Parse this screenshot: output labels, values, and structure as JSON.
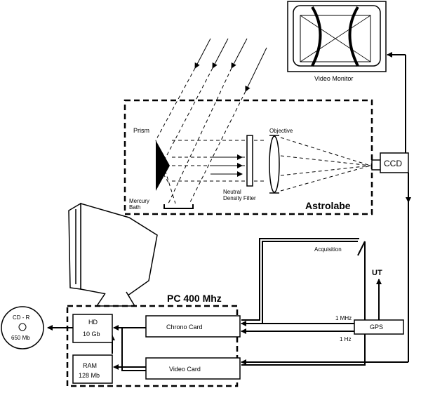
{
  "labels": {
    "video_monitor": "Video Monitor",
    "prism": "Prism",
    "objective": "Objective",
    "ccd": "CCD",
    "mercury_bath_1": "Mercury",
    "mercury_bath_2": "Bath",
    "neutral_filter_1": "Neutral",
    "neutral_filter_2": "Density Filter",
    "astrolabe": "Astrolabe",
    "acquisition": "Acquisition",
    "ut": "UT",
    "pc": "PC 400 Mhz",
    "cdr_1": "CD - R",
    "cdr_2": "650 Mb",
    "hd_1": "HD",
    "hd_2": "10 Gb",
    "ram_1": "RAM",
    "ram_2": "128 Mb",
    "chrono_card": "Chrono Card",
    "video_card": "Video Card",
    "gps": "GPS",
    "mhz": "1 MHz",
    "hz": "1 Hz"
  }
}
